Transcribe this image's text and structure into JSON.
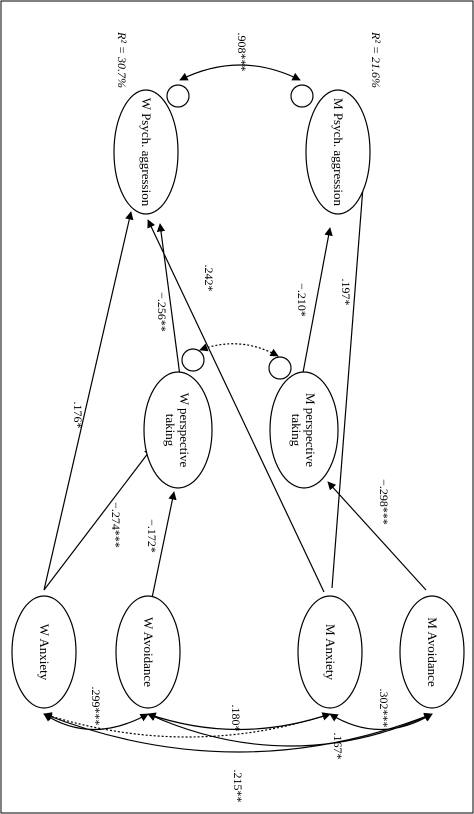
{
  "nodes": {
    "w_psych": "W Psych. aggression",
    "m_psych": "M Psych. aggression",
    "w_persp_1": "W perspective",
    "w_persp_2": "taking",
    "m_persp_1": "M perspective",
    "m_persp_2": "taking",
    "w_anx": "W Anxiety",
    "w_avoid": "W Avoidance",
    "m_anx": "M Anxiety",
    "m_avoid": "M Avoidance"
  },
  "r2": {
    "w": "R² = 30.7%",
    "m": "R² = 21.6%"
  },
  "coefficients": {
    "psych_corr": ".908***",
    "wanx_wpsych": ".176*",
    "wanx_wpersp": "−.274***",
    "wavoid_wpersp": "−.172*",
    "wpersp_wpsych": "−.256**",
    "manx_wpsych": ".242*",
    "mpersp_mpsych": "−.210*",
    "manx_mpsych": ".197*",
    "mavoid_mpersp": "−.298***",
    "wanx_wavoid": ".299***",
    "wavoid_manx": ".180*",
    "manx_mavoid": ".302***",
    "wanx_mavoid": ".215**",
    "wavoid_mavoid": ".167*"
  }
}
